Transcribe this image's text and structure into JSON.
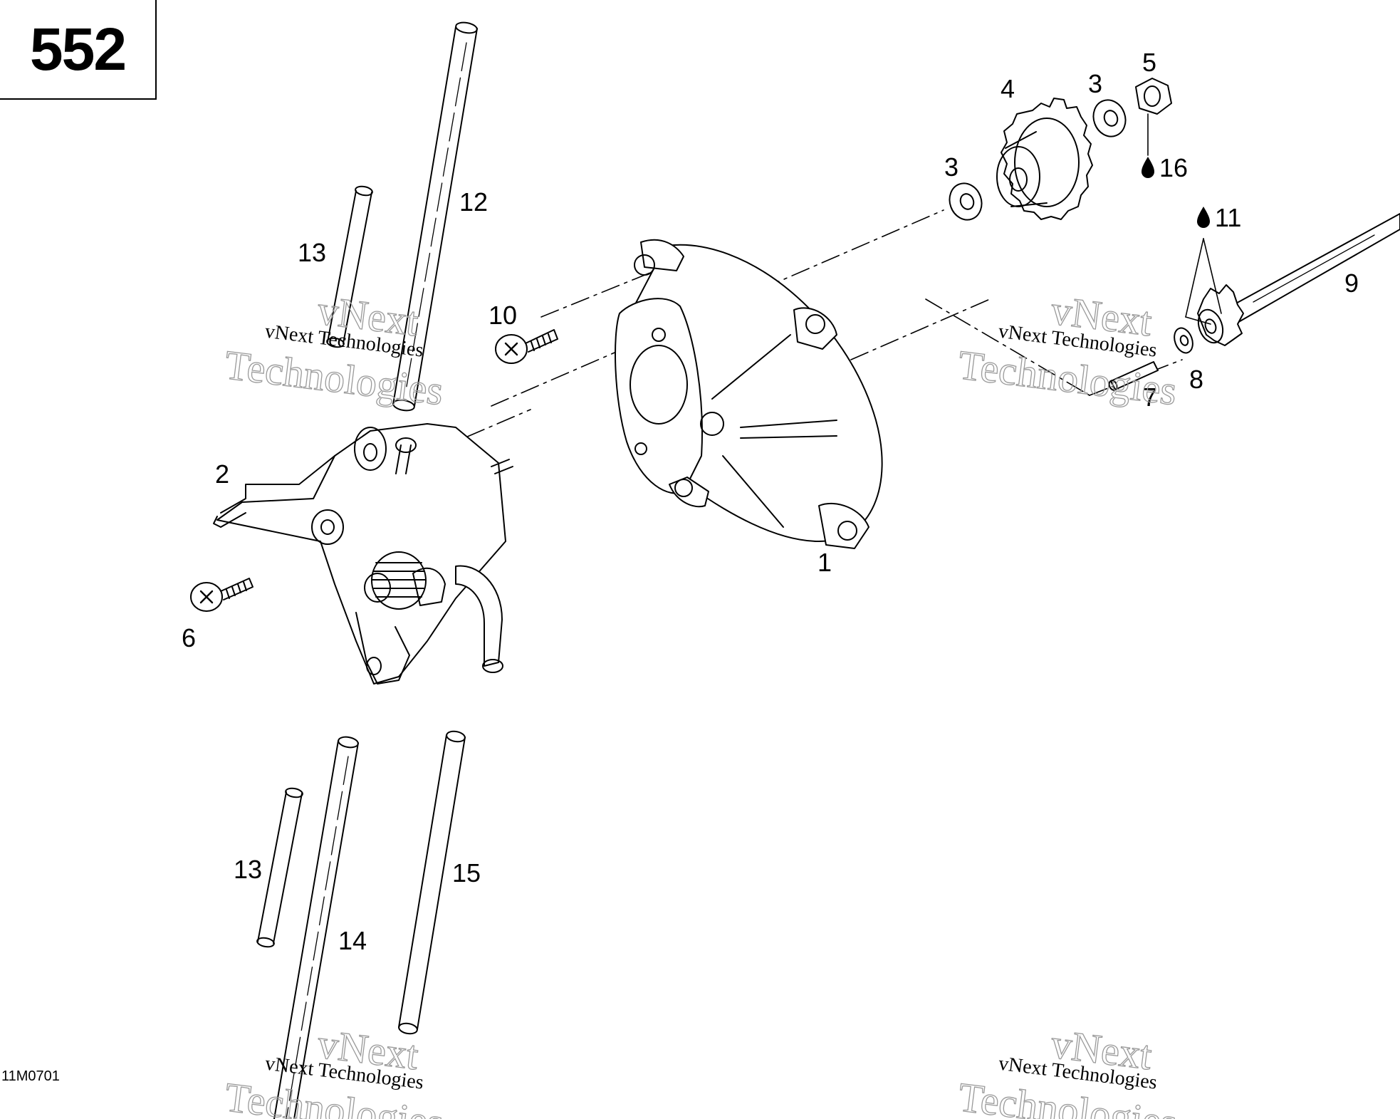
{
  "page_number": "552",
  "reference_code": "11M0701",
  "watermark_text": "vNext Technologies",
  "watermark_ghost_top": "vNext",
  "watermark_ghost_bottom": "Technologies",
  "callouts": {
    "c1": "1",
    "c2": "2",
    "c3a": "3",
    "c3b": "3",
    "c4": "4",
    "c5": "5",
    "c6": "6",
    "c7": "7",
    "c8": "8",
    "c9": "9",
    "c10": "10",
    "c11": "11",
    "c12": "12",
    "c13a": "13",
    "c13b": "13",
    "c14": "14",
    "c15": "15",
    "c16": "16"
  }
}
